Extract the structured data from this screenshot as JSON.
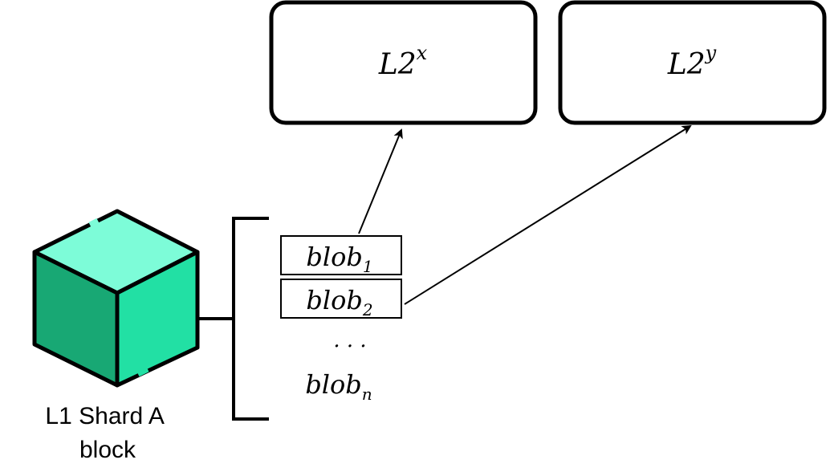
{
  "nodes": {
    "l2x": {
      "base": "L2",
      "sup": "x"
    },
    "l2y": {
      "base": "L2",
      "sup": "y"
    }
  },
  "blobs": [
    {
      "base": "blob",
      "sub": "1"
    },
    {
      "base": "blob",
      "sub": "2"
    }
  ],
  "ellipsis": "· · ·",
  "blob_n": {
    "base": "blob",
    "sub": "n"
  },
  "shard": {
    "line1": "L1 Shard A",
    "line2": "block",
    "colors": {
      "top": "#7dfcd8",
      "left": "#18a874",
      "right": "#22e0a4"
    }
  },
  "icons": {
    "block": "cube-icon"
  }
}
